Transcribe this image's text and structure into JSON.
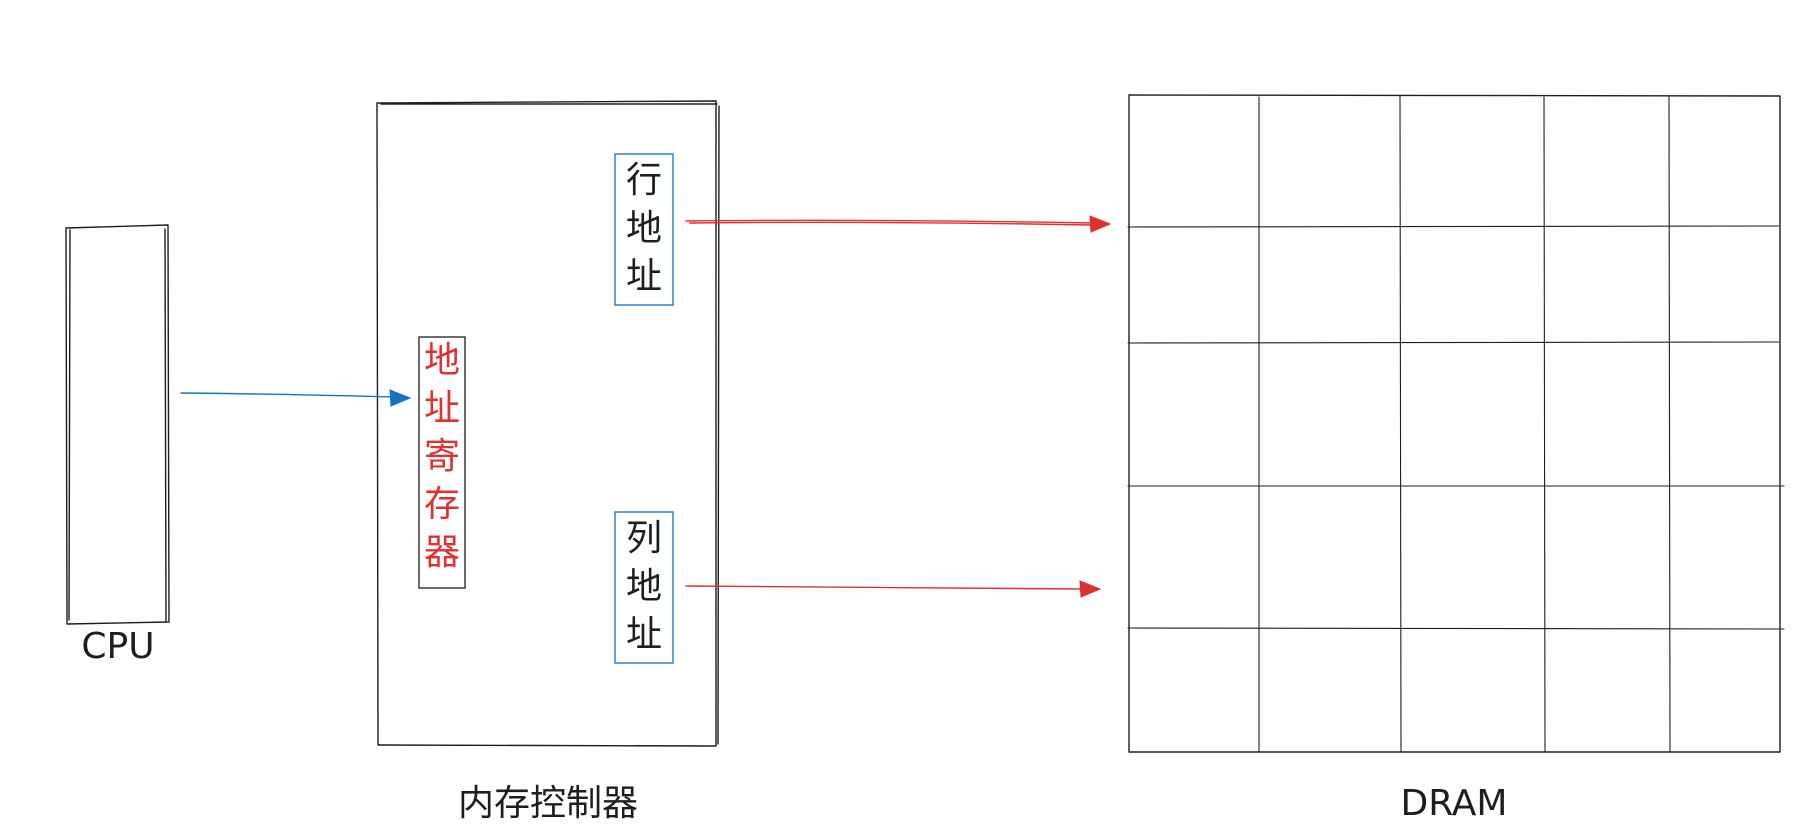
{
  "labels": {
    "cpu": "CPU",
    "memory_controller": "内存控制器",
    "dram": "DRAM"
  },
  "memory_controller": {
    "row_address": [
      "行",
      "地",
      "址"
    ],
    "column_address": [
      "列",
      "地",
      "址"
    ],
    "address_register": [
      "地",
      "址",
      "寄",
      "存",
      "器"
    ]
  },
  "colors": {
    "stroke": "#1e1e1e",
    "blue": "#1971c2",
    "red": "#e03131"
  },
  "dram_grid": {
    "rows": 5,
    "columns": 5
  }
}
